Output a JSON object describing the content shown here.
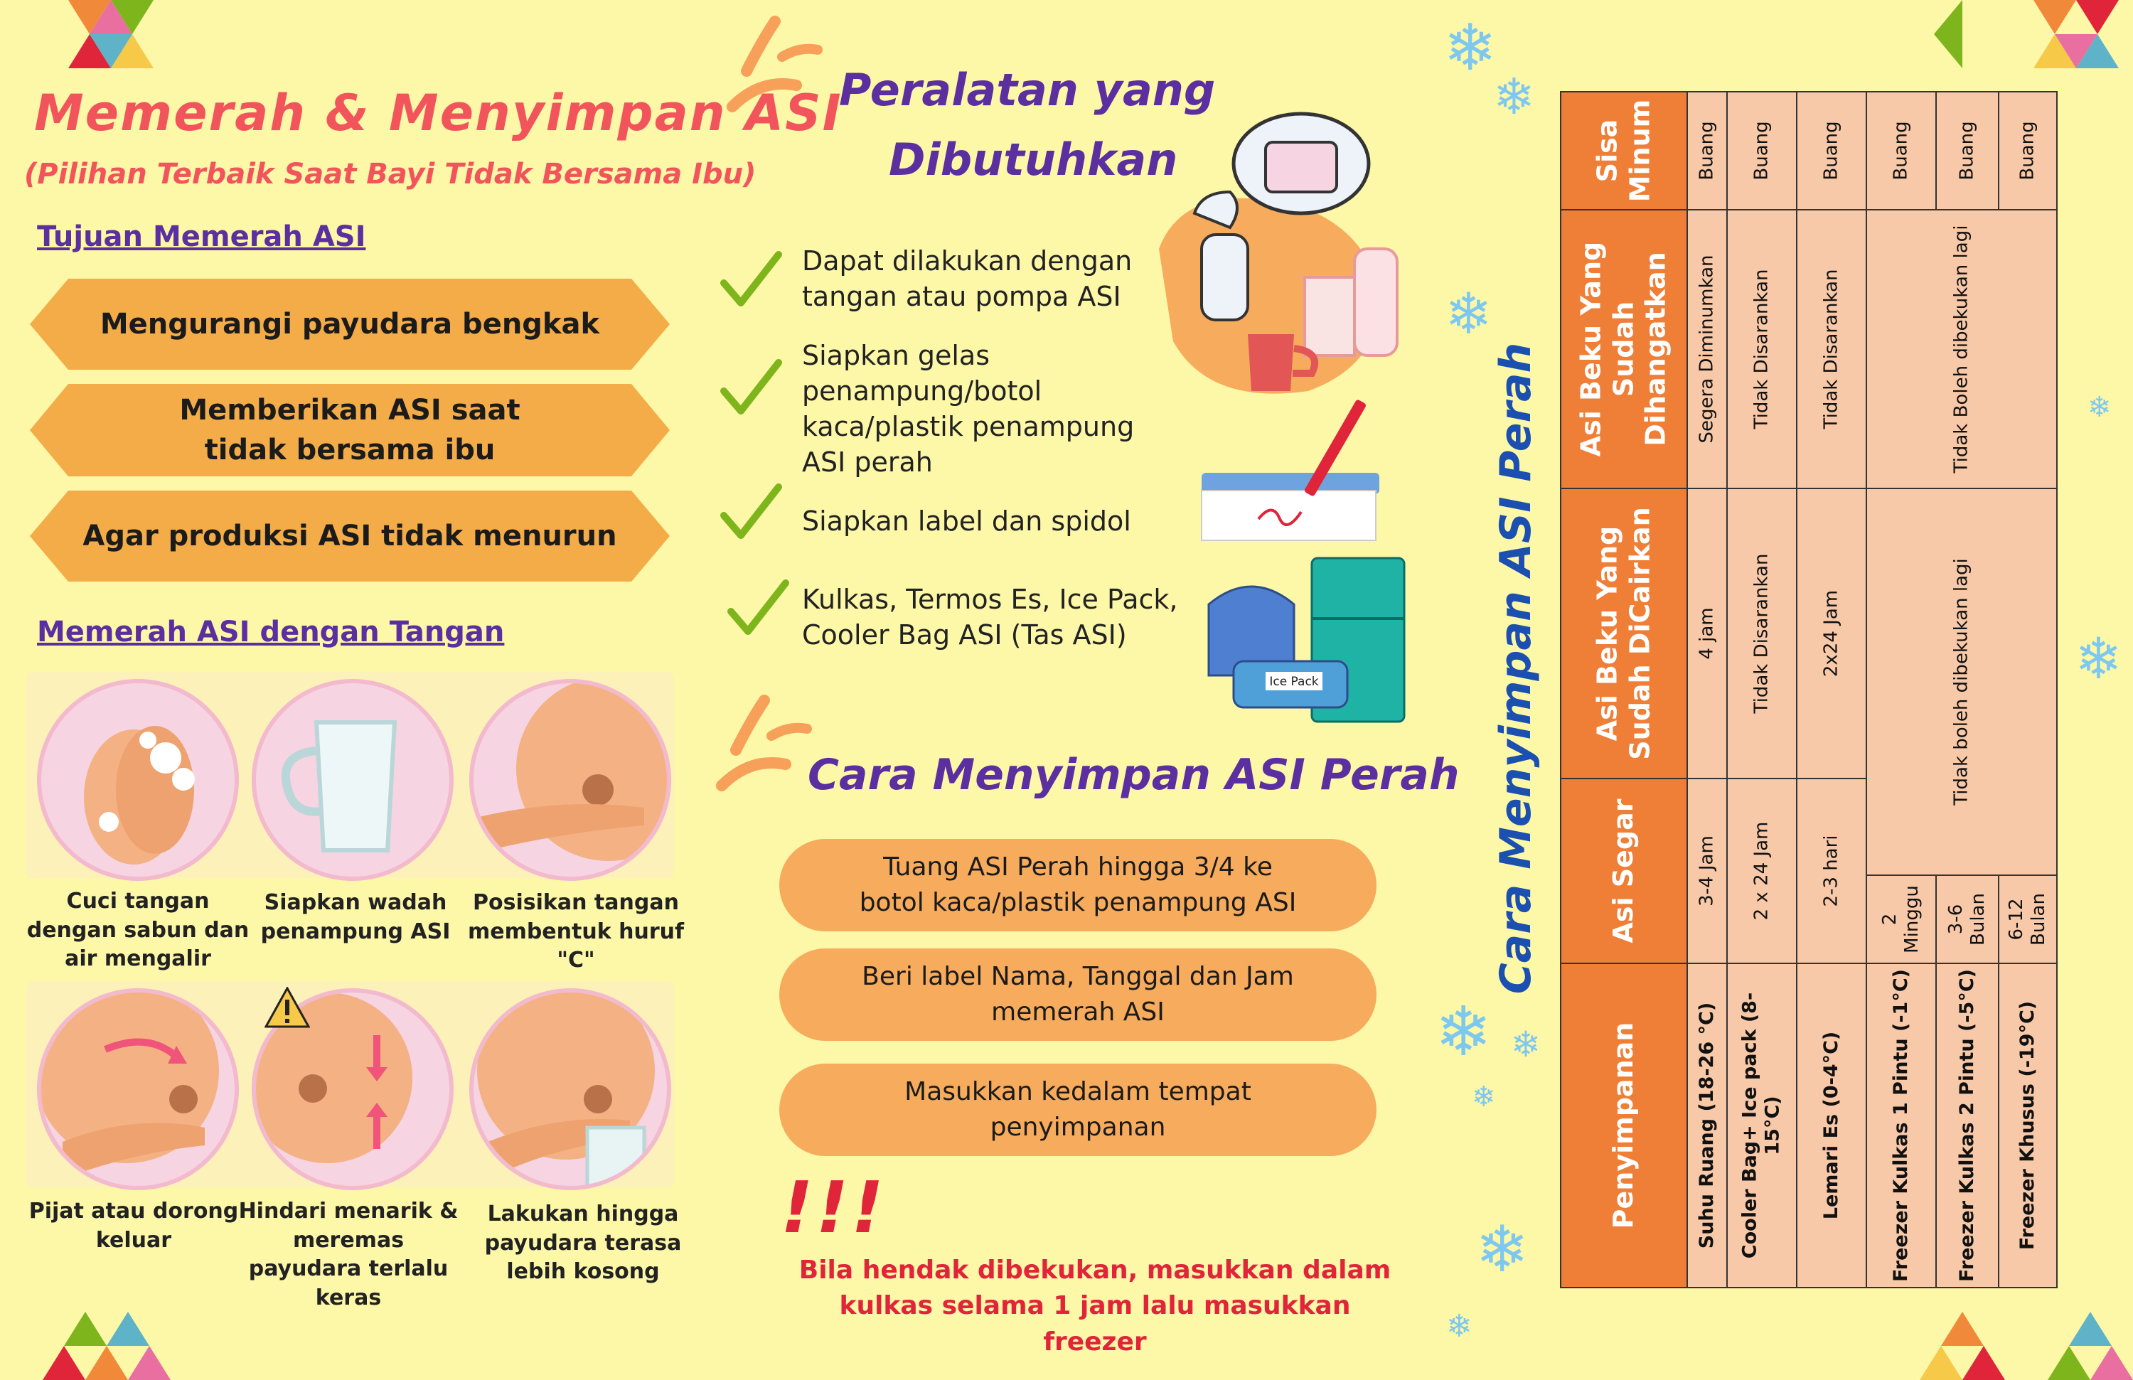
{
  "colors": {
    "background": "#fdf7a8",
    "title_pink": "#f2545b",
    "purple": "#5b2fa0",
    "orange": "#f3ac48",
    "header_orange": "#ef7f37",
    "cell_peach": "#f8c9a8",
    "check_green": "#7fb51c",
    "blue_title": "#1b4fb0",
    "warning_red": "#e0243a"
  },
  "header": {
    "title": "Memerah & Menyimpan ASI",
    "subtitle": "(Pilihan Terbaik Saat Bayi Tidak Bersama Ibu)"
  },
  "purpose": {
    "heading": "Tujuan Memerah ASI",
    "items": [
      "Mengurangi payudara bengkak",
      "Memberikan ASI saat tidak bersama ibu",
      "Agar produksi ASI tidak menurun"
    ]
  },
  "hand_expression": {
    "heading": "Memerah ASI  dengan  Tangan",
    "steps": [
      {
        "label": "Cuci tangan dengan sabun dan air mengalir",
        "icon": "hand-wash-icon"
      },
      {
        "label": "Siapkan wadah penampung ASI",
        "icon": "glass-container-icon"
      },
      {
        "label": "Posisikan tangan membentuk huruf \"C\"",
        "icon": "c-hand-position-icon"
      },
      {
        "label": "Pijat atau dorong keluar",
        "icon": "massage-icon"
      },
      {
        "label": "Hindari  menarik & meremas payudara terlalu keras",
        "icon": "warning-icon"
      },
      {
        "label": "Lakukan hingga payudara terasa lebih kosong",
        "icon": "collect-milk-icon"
      }
    ]
  },
  "equipment": {
    "heading_line1": "Peralatan yang",
    "heading_line2": "Dibutuhkan",
    "items": [
      "Dapat dilakukan dengan tangan atau pompa ASI",
      "Siapkan gelas penampung/botol kaca/plastik penampung ASI perah",
      "Siapkan label dan spidol",
      "Kulkas, Termos Es, Ice Pack, Cooler Bag ASI (Tas ASI)"
    ],
    "ice_pack_label": "Ice Pack"
  },
  "storage_steps": {
    "heading": "Cara Menyimpan ASI Perah",
    "items": [
      "Tuang ASI Perah hingga 3/4 ke botol kaca/plastik penampung ASI",
      "Beri label Nama, Tanggal dan Jam memerah ASI",
      "Masukkan kedalam tempat penyimpanan"
    ],
    "warning_marks": "!!!",
    "warning_text": "Bila hendak dibekukan, masukkan dalam kulkas selama 1 jam lalu masukkan freezer"
  },
  "table": {
    "vertical_title": "Cara Menyimpan ASI Perah",
    "headers": {
      "penyimpanan": "Penyimpanan",
      "segar": "Asi Segar",
      "beku_cair": "Asi Beku Yang Sudah DiCairkan",
      "beku_hangat": "Asi Beku Yang Sudah Dihangatkan",
      "sisa": "Sisa Minum"
    },
    "rows": [
      {
        "place": "Suhu Ruang  (18-26 °C)",
        "segar": "3-4 Jam",
        "sisa": "Buang"
      },
      {
        "place": "Cooler Bag+ Ice pack (8-15°C)",
        "segar": "2  x  24 Jam",
        "sisa": "Buang"
      },
      {
        "place": "Lemari Es (0-4°C)",
        "segar": "2-3 hari",
        "sisa": "Buang"
      },
      {
        "place": "Freezer Kulkas 1 Pintu (-1°C)",
        "segar": "2 Minggu",
        "sisa": "Buang"
      },
      {
        "place": "Freezer Kulkas 2 Pintu (-5°C)",
        "segar": "3-6 Bulan",
        "sisa": "Buang"
      },
      {
        "place": "Freezer Khusus (-19°C)",
        "segar": "6-12  Bulan",
        "sisa": "Buang"
      }
    ],
    "beku_cair": {
      "r1": "4 jam",
      "r2": "Tidak Disarankan",
      "r3": "2x24 Jam",
      "r456": "Tidak boleh dibekukan lagi"
    },
    "beku_hangat": {
      "r1": "Segera Diminumkan",
      "r2": "Tidak Disarankan",
      "r3": "Tidak Disarankan",
      "r456": "Tidak Boleh dibekukan lagi"
    }
  }
}
